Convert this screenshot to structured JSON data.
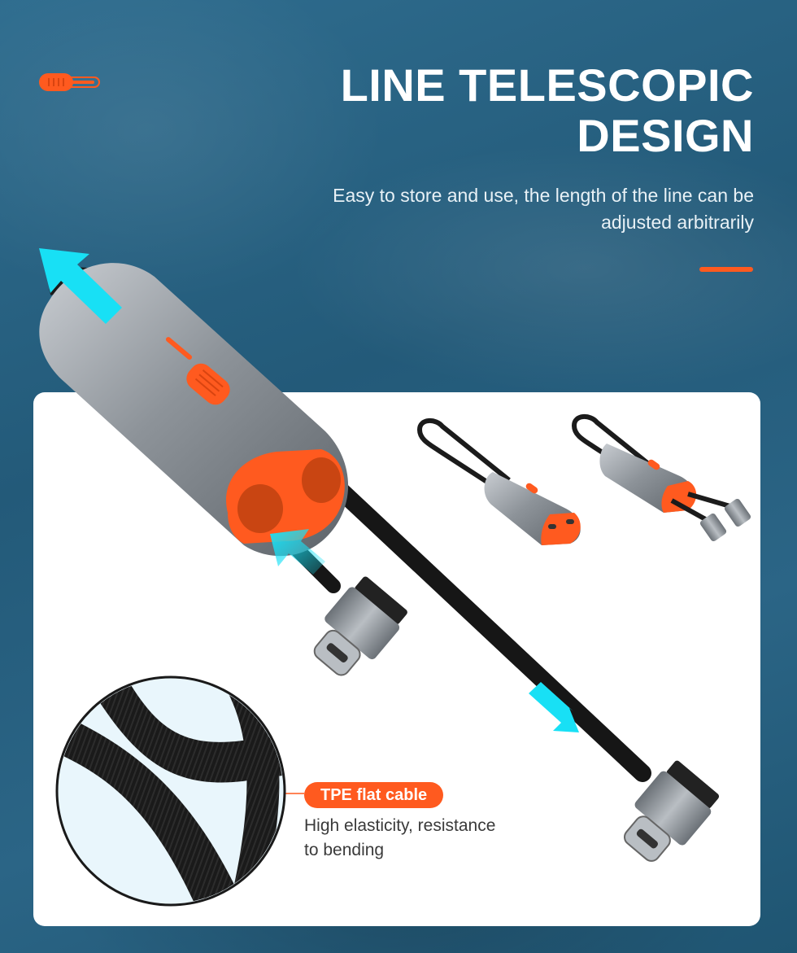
{
  "headline": {
    "line1": "LINE TELESCOPIC",
    "line2": "DESIGN"
  },
  "subtitle": {
    "line1": "Easy to store and use, the length of the line can be",
    "line2": "adjusted arbitrarily"
  },
  "feature": {
    "badge": "TPE flat cable",
    "desc_line1": "High elasticity, resistance",
    "desc_line2": "to bending"
  },
  "colors": {
    "accent": "#ff5a1f",
    "arrow": "#18e0f5",
    "background": "#2a6384",
    "card": "#ffffff"
  },
  "icons": [
    "slider-toggle-icon",
    "extend-arrow-icon"
  ]
}
